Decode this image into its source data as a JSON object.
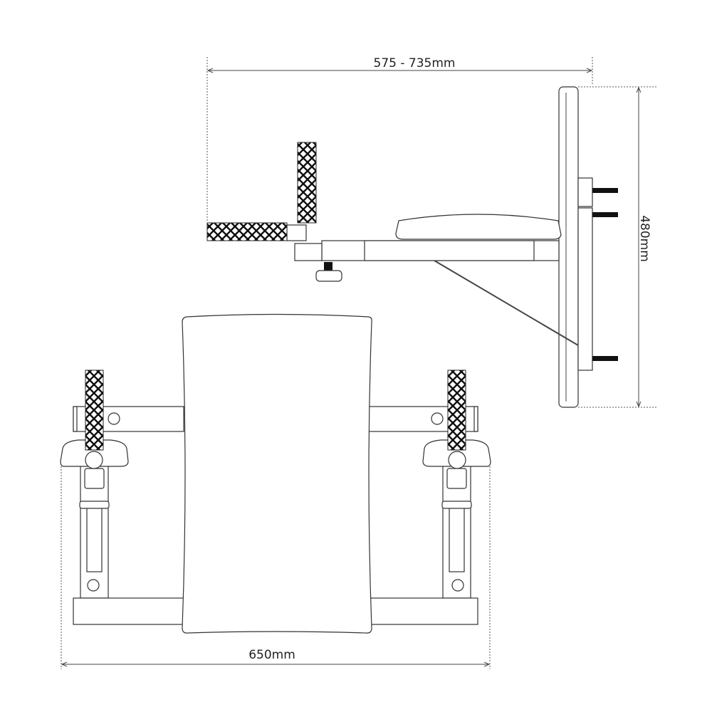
{
  "dimensions": {
    "depth": "575 - 735mm",
    "height": "480mm",
    "width": "650mm"
  },
  "colors": {
    "line": "#333333",
    "grip": "#111111"
  }
}
